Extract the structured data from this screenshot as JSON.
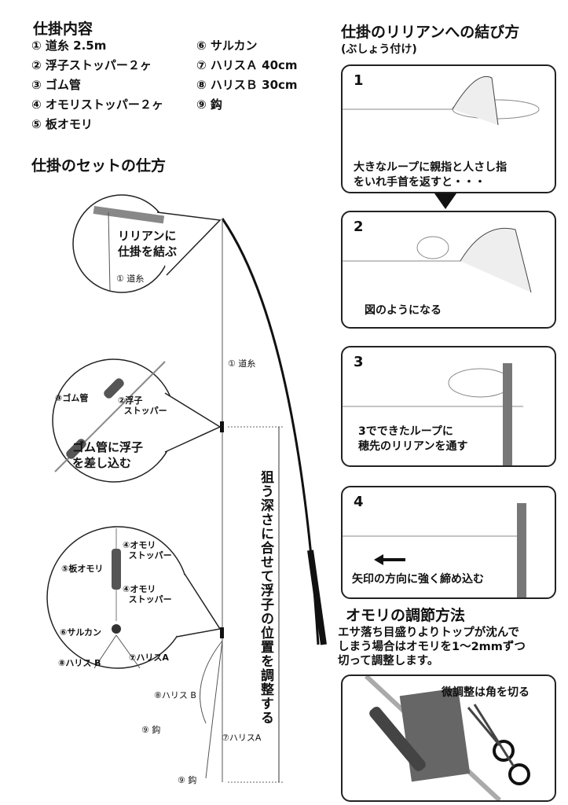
{
  "contents": {
    "title": "仕掛内容",
    "items": [
      "① 道糸 2.5m",
      "② 浮子ストッパー２ヶ",
      "③ ゴム管",
      "④ オモリストッパー２ヶ",
      "⑤ 板オモリ",
      "⑥ サルカン",
      "⑦ ハリスＡ 40cm",
      "⑧ ハリスＢ 30cm",
      "⑨ 鈎"
    ]
  },
  "setup": {
    "title": "仕掛のセットの仕方",
    "circle1": {
      "text": "リリアンに\n仕掛を結ぶ",
      "line": "① 道糸"
    },
    "main_line": "① 道糸",
    "circle2": {
      "tube": "③ゴム管",
      "stopper": "②浮子\n  ストッパー",
      "text": "ゴム管に浮子\nを差し込む"
    },
    "circle3": {
      "stopper1": "④オモリ\n  ストッパー",
      "sinker": "⑤板オモリ",
      "stopper2": "④オモリ\n  ストッパー",
      "swivel": "⑥サルカン",
      "harisB": "⑧ハリス B",
      "harisA": "⑦ハリスA"
    },
    "harisB": "⑧ハリス B",
    "hookB": "⑨ 鈎",
    "harisA": "⑦ハリスA",
    "hookA": "⑨ 鈎",
    "depth_note": "狙う深さに合せて浮子の位置を調整する"
  },
  "knot": {
    "title": "仕掛のリリアンへの結び方",
    "subtitle": "(ぶしょう付け)",
    "steps": [
      {
        "num": "1",
        "text": "大きなループに親指と人さし指\nをいれ手首を返すと・・・"
      },
      {
        "num": "2",
        "text": "図のようになる"
      },
      {
        "num": "3",
        "text": "3でできたループに\n穂先のリリアンを通す"
      },
      {
        "num": "4",
        "text": "矢印の方向に強く締め込む"
      }
    ]
  },
  "adjust": {
    "title": "オモリの調節方法",
    "text": "エサ落ち目盛りよりトップが沈んで\nしまう場合はオモリを1～2mmずつ\n切って調整します。",
    "note": "微調整は角を切る"
  }
}
